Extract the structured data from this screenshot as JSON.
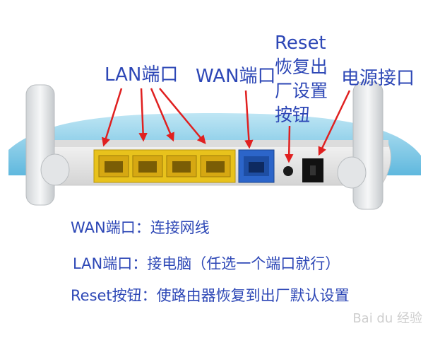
{
  "labels": {
    "lan": "LAN端口",
    "wan": "WAN端口",
    "reset_title": "Reset",
    "reset_line1": "恢复出",
    "reset_line2": "厂设置",
    "reset_line3": "按钮",
    "power": "电源接口"
  },
  "descriptions": [
    "WAN端口：连接网线",
    "LAN端口：接电脑（任选一个端口就行）",
    "Reset按钮：使路由器恢复到出厂默认设置"
  ],
  "watermark": "Bai du 经验",
  "colors": {
    "annotation_text": "#2d47b6",
    "arrow": "#e02020",
    "lan_port": "#e8c21c",
    "wan_port": "#2c65c9",
    "router_body": "#e6e6e6",
    "router_top": "#7fc9e8"
  }
}
